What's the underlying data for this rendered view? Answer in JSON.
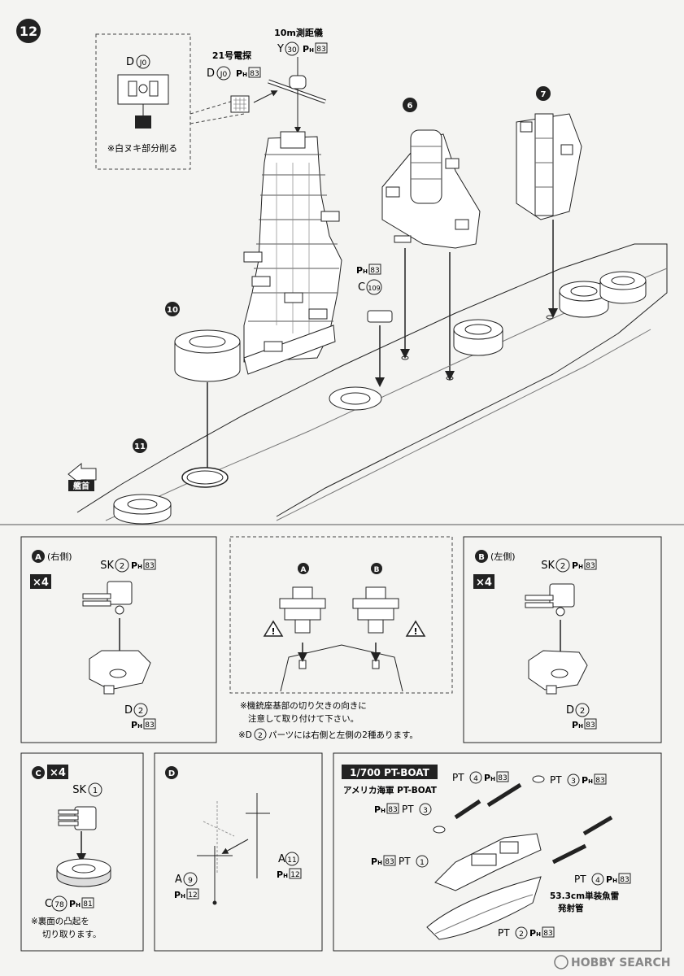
{
  "step": {
    "number": "12",
    "inset": {
      "part": "D",
      "num": "J0",
      "note": "※白ヌキ部分削る"
    },
    "radar": {
      "title": "21号電探",
      "part": "D",
      "num": "J0",
      "paint": "H",
      "paint_num": "83"
    },
    "rangefinder": {
      "title": "10m測距儀",
      "part": "Y",
      "num": "30",
      "paint": "H",
      "paint_num": "83"
    },
    "deck_part": {
      "paint": "H",
      "paint_num": "83",
      "part": "C",
      "num": "109"
    },
    "bow_label": "艦首",
    "callouts": [
      "6",
      "7",
      "10",
      "11"
    ]
  },
  "panel_a": {
    "letter": "A",
    "side": "(右側)",
    "qty": "×4",
    "gun": {
      "part": "SK",
      "num": "2",
      "paint": "H",
      "paint_num": "83"
    },
    "base": {
      "part": "D",
      "num": "2",
      "paint": "H",
      "paint_num": "83"
    }
  },
  "panel_mid": {
    "labels": [
      "A",
      "B"
    ],
    "notes": [
      "※機銃座基部の切り欠きの向きに",
      "注意して取り付けて下さい。",
      "※D",
      "2",
      "パーツには右側と左側の2種あります。"
    ]
  },
  "panel_b": {
    "letter": "B",
    "side": "(左側)",
    "qty": "×4",
    "gun": {
      "part": "SK",
      "num": "2",
      "paint": "H",
      "paint_num": "83"
    },
    "base": {
      "part": "D",
      "num": "2",
      "paint": "H",
      "paint_num": "83"
    }
  },
  "panel_c": {
    "letter": "C",
    "qty": "×4",
    "gun": {
      "part": "SK",
      "num": "1"
    },
    "base": {
      "part": "C",
      "num": "78",
      "paint": "H",
      "paint_num": "81"
    },
    "notes": [
      "※裏面の凸起を",
      "切り取ります。"
    ]
  },
  "panel_d": {
    "letter": "D",
    "right": {
      "part": "A",
      "num": "11",
      "paint": "H",
      "paint_num": "12"
    },
    "left": {
      "part": "A",
      "num": "9",
      "paint": "H",
      "paint_num": "12"
    }
  },
  "panel_pt": {
    "title": "1/700 PT-BOAT",
    "subtitle": "アメリカ海軍 PT-BOAT",
    "parts": [
      {
        "part": "PT",
        "num": "4",
        "paint": "H",
        "paint_num": "83"
      },
      {
        "part": "PT",
        "num": "3",
        "paint": "H",
        "paint_num": "83"
      },
      {
        "part": "PT",
        "num": "3",
        "paint": "H",
        "paint_num": "83"
      },
      {
        "part": "PT",
        "num": "1",
        "paint": "H",
        "paint_num": "83"
      },
      {
        "part": "PT",
        "num": "4",
        "paint": "H",
        "paint_num": "83"
      },
      {
        "part": "PT",
        "num": "2",
        "paint": "H",
        "paint_num": "83"
      }
    ],
    "torpedo_note": [
      "53.3cm単装魚雷",
      "発射管"
    ]
  },
  "watermark": "HOBBY SEARCH"
}
